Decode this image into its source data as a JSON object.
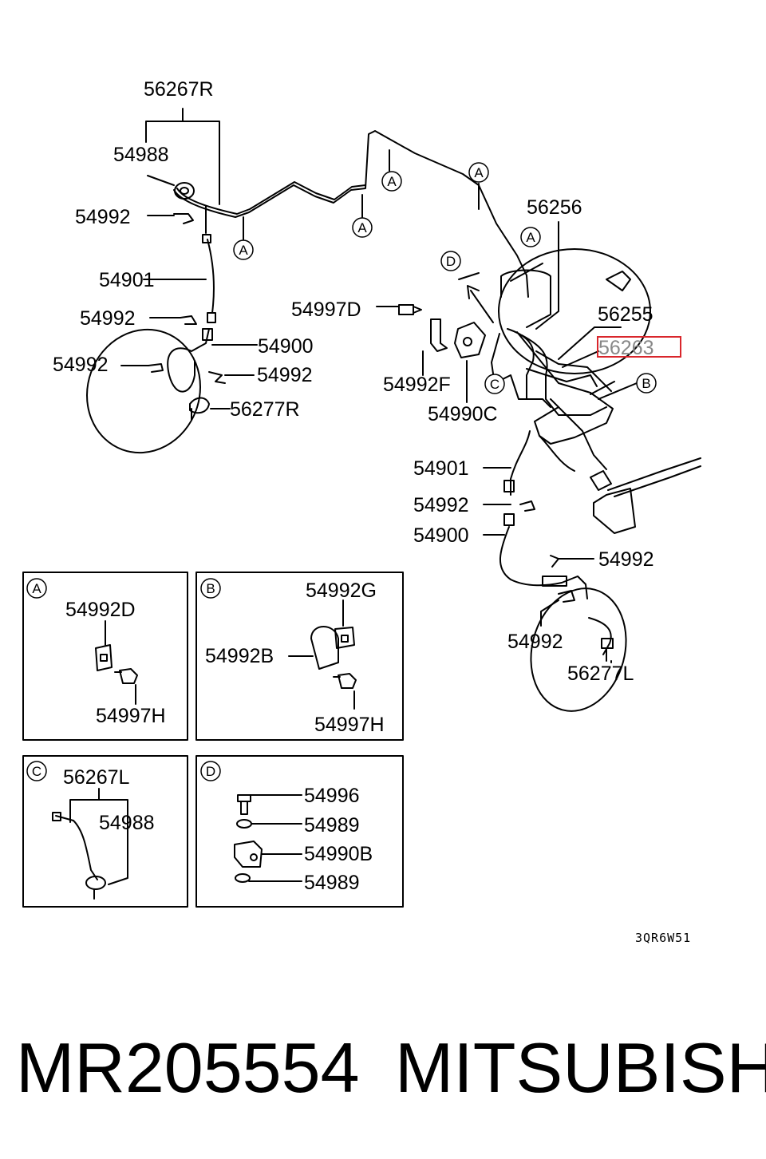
{
  "labels": {
    "p56267R": "56267R",
    "p54988_top": "54988",
    "p54992_a": "54992",
    "p54901_left": "54901",
    "p54992_b": "54992",
    "p54992_c": "54992",
    "p54900_left": "54900",
    "p54992_d": "54992",
    "p56277R": "56277R",
    "p54997D": "54997D",
    "p54992F": "54992F",
    "p54990C": "54990C",
    "p56256": "56256",
    "p56255": "56255",
    "p56263": "56263",
    "p54901_right": "54901",
    "p54992_e": "54992",
    "p54900_right": "54900",
    "p54992_f": "54992",
    "p54992_g": "54992",
    "p56277L": "56277L",
    "detA_54992D": "54992D",
    "detA_54997H": "54997H",
    "detB_54992G": "54992G",
    "detB_54992B": "54992B",
    "detB_54997H": "54997H",
    "detC_56267L": "56267L",
    "detC_54988": "54988",
    "detD_54996": "54996",
    "detD_54989a": "54989",
    "detD_54990B": "54990B",
    "detD_54989b": "54989"
  },
  "callouts": {
    "A": "A",
    "B": "B",
    "C": "C",
    "D": "D"
  },
  "diagram_code": "3QR6W51",
  "footer": {
    "part_number": "MR205554",
    "brand": "MITSUBISHI"
  },
  "highlight_color": "#d9262c"
}
